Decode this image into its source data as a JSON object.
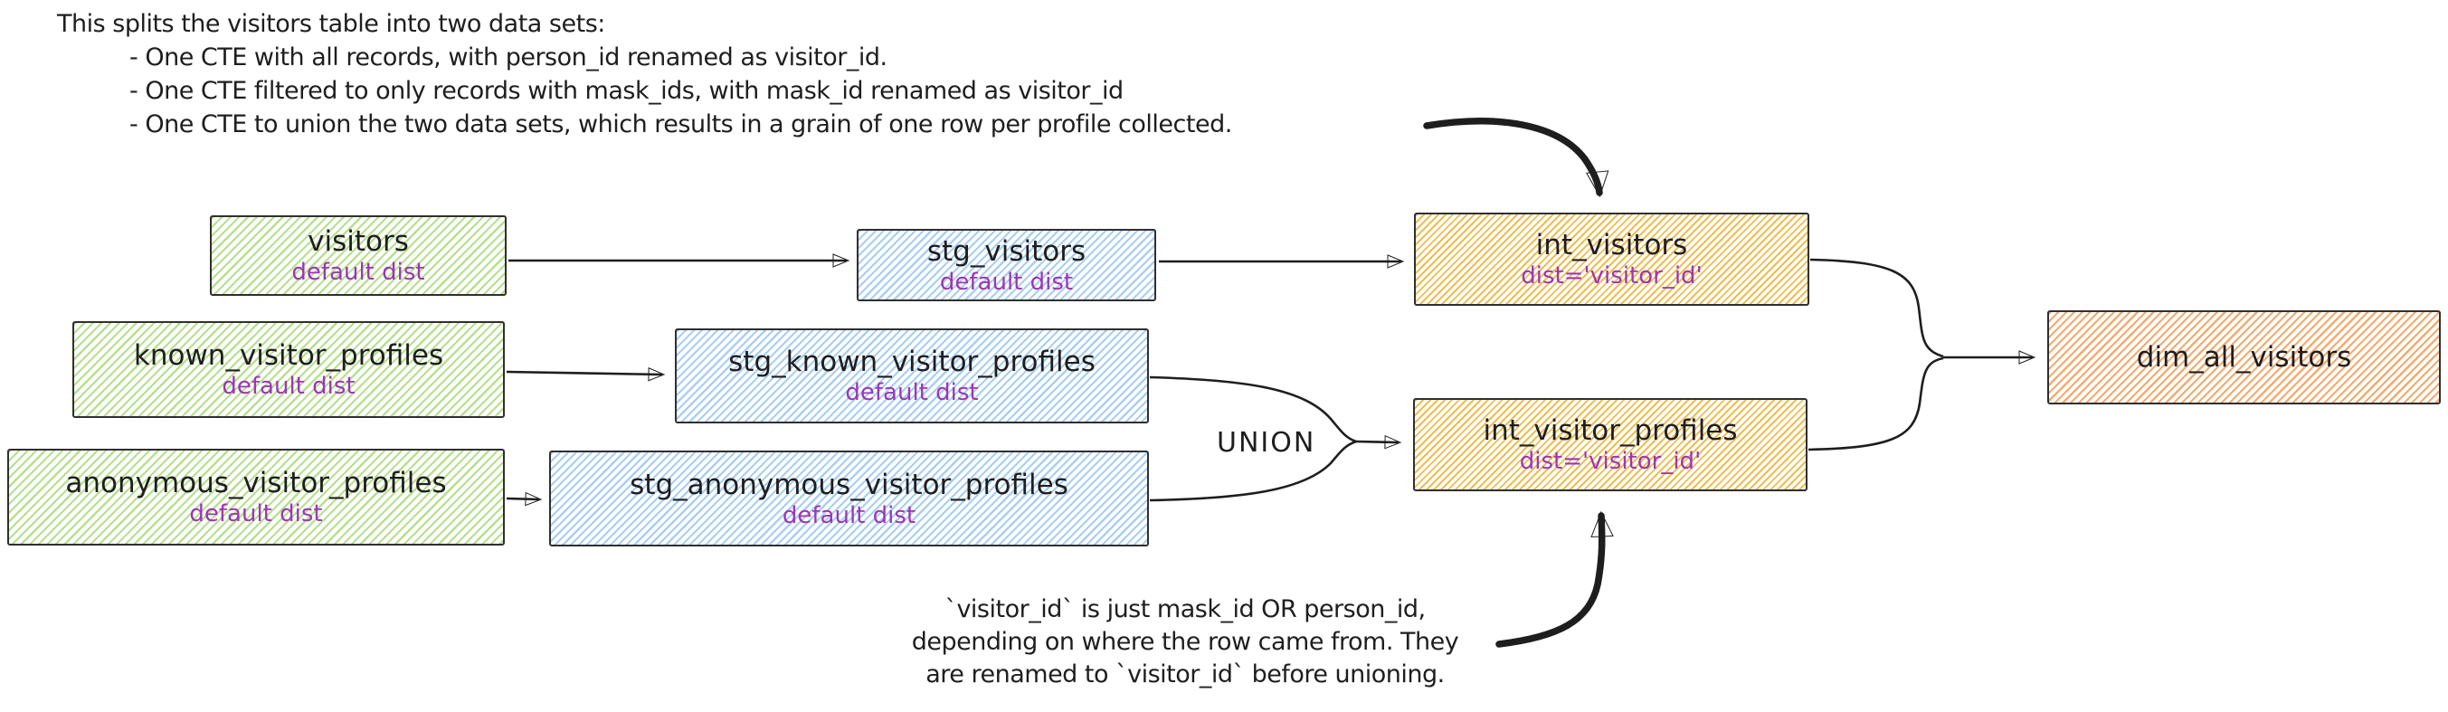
{
  "annotations": {
    "top": {
      "intro": "This splits the visitors table into two data sets:",
      "bullets": [
        "- One CTE with all records, with person_id renamed as visitor_id.",
        "- One CTE filtered to only records with mask_ids, with mask_id renamed as visitor_id",
        "- One CTE to union the two data sets, which results in a grain of one row per profile collected."
      ]
    },
    "bottom": {
      "lines": [
        "`visitor_id` is just mask_id OR person_id,",
        "depending on where the row came from. They",
        "are renamed to `visitor_id` before unioning."
      ]
    },
    "union_label": "UNION"
  },
  "nodes": [
    {
      "id": "visitors",
      "title": "visitors",
      "subtitle": "default dist",
      "color": "green"
    },
    {
      "id": "stg_visitors",
      "title": "stg_visitors",
      "subtitle": "default dist",
      "color": "blue"
    },
    {
      "id": "int_visitors",
      "title": "int_visitors",
      "subtitle": "dist='visitor_id'",
      "color": "yellow"
    },
    {
      "id": "known_visitor_profiles",
      "title": "known_visitor_profiles",
      "subtitle": "default dist",
      "color": "green"
    },
    {
      "id": "stg_known_visitor_profiles",
      "title": "stg_known_visitor_profiles",
      "subtitle": "default dist",
      "color": "blue"
    },
    {
      "id": "anonymous_visitor_profiles",
      "title": "anonymous_visitor_profiles",
      "subtitle": "default dist",
      "color": "green"
    },
    {
      "id": "stg_anonymous_visitor_profiles",
      "title": "stg_anonymous_visitor_profiles",
      "subtitle": "default dist",
      "color": "blue"
    },
    {
      "id": "int_visitor_profiles",
      "title": "int_visitor_profiles",
      "subtitle": "dist='visitor_id'",
      "color": "yellow"
    },
    {
      "id": "dim_all_visitors",
      "title": "dim_all_visitors",
      "subtitle": "",
      "color": "orange"
    }
  ],
  "edges": [
    {
      "from": "visitors",
      "to": "stg_visitors"
    },
    {
      "from": "stg_visitors",
      "to": "int_visitors"
    },
    {
      "from": "known_visitor_profiles",
      "to": "stg_known_visitor_profiles"
    },
    {
      "from": "anonymous_visitor_profiles",
      "to": "stg_anonymous_visitor_profiles"
    },
    {
      "from": "stg_known_visitor_profiles",
      "to": "int_visitor_profiles",
      "via": "UNION"
    },
    {
      "from": "stg_anonymous_visitor_profiles",
      "to": "int_visitor_profiles",
      "via": "UNION"
    },
    {
      "from": "int_visitors",
      "to": "dim_all_visitors"
    },
    {
      "from": "int_visitor_profiles",
      "to": "dim_all_visitors"
    },
    {
      "from": "top-note",
      "to": "int_visitors",
      "type": "annotation-arrow"
    },
    {
      "from": "bottom-note",
      "to": "int_visitor_profiles",
      "type": "annotation-arrow"
    }
  ],
  "palette": {
    "green_fill": "#b7e08e",
    "blue_fill": "#a9cff2",
    "yellow_fill": "#f0bd4e",
    "orange_fill": "#f4ab6e",
    "subtitle_purple": "#9c36b5",
    "ink": "#1e1e1e"
  }
}
